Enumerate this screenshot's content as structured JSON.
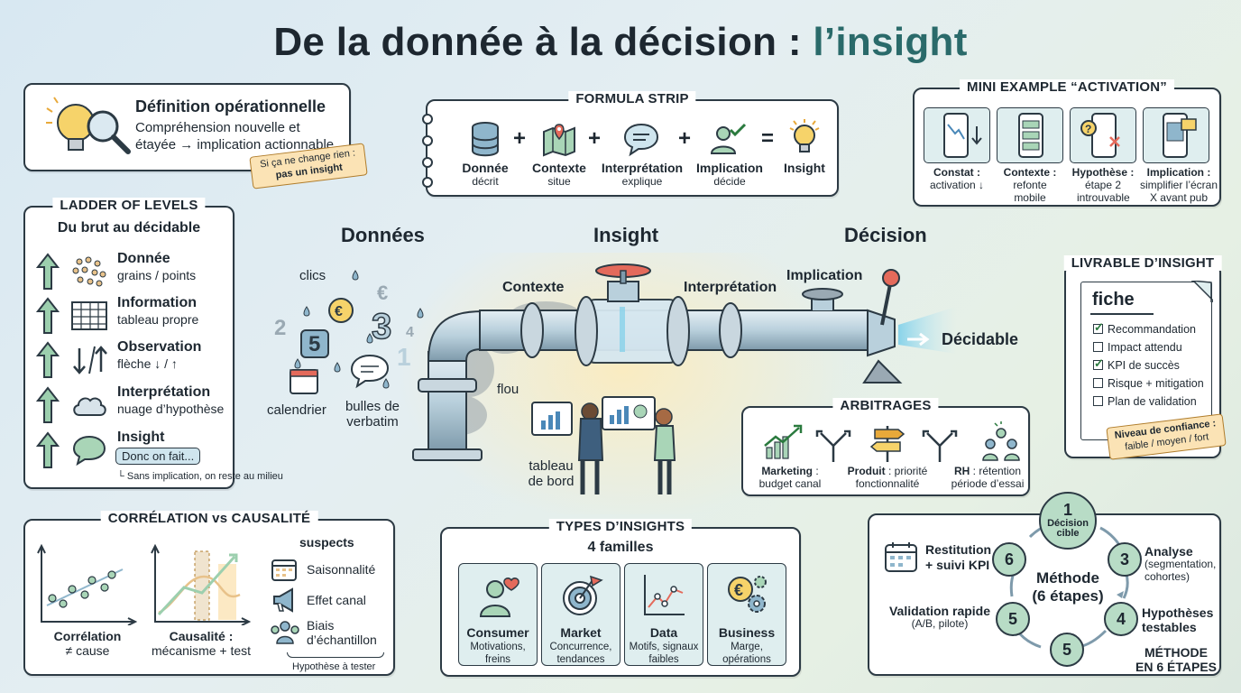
{
  "title": {
    "main": "De la donnée à la décision :",
    "accent": "l’insight"
  },
  "definition": {
    "title": "Définition opérationnelle",
    "line1": "Compréhension nouvelle et",
    "line2": "étayée → implication actionnable",
    "note_line1": "Si ça ne change rien :",
    "note_line2": "pas un insight"
  },
  "formula": {
    "title": "FORMULA STRIP",
    "items": [
      {
        "label": "Donnée",
        "sub": "décrit",
        "icon": "database-icon"
      },
      {
        "label": "Contexte",
        "sub": "situe",
        "icon": "map-icon"
      },
      {
        "label": "Interprétation",
        "sub": "explique",
        "icon": "speech-bubble-icon"
      },
      {
        "label": "Implication",
        "sub": "décide",
        "icon": "person-check-icon"
      },
      {
        "label": "Insight",
        "sub": "",
        "icon": "lightbulb-icon"
      }
    ],
    "plus": "+",
    "equals": "="
  },
  "mini_example": {
    "title": "MINI EXAMPLE “ACTIVATION”",
    "items": [
      {
        "label": "Constat :",
        "sub": "activation ↓"
      },
      {
        "label": "Contexte :",
        "sub": "refonte mobile"
      },
      {
        "label": "Hypothèse :",
        "sub": "étape 2 introuvable"
      },
      {
        "label": "Implication :",
        "sub": "simplifier l’écran X avant pub"
      }
    ]
  },
  "ladder": {
    "title": "LADDER OF LEVELS",
    "subtitle": "Du brut au décidable",
    "levels": [
      {
        "label": "Donnée",
        "sub": "grains / points",
        "icon": "dots-icon"
      },
      {
        "label": "Information",
        "sub": "tableau propre",
        "icon": "table-icon"
      },
      {
        "label": "Observation",
        "sub": "flèche ↓ / ↑",
        "icon": "updown-arrows-icon"
      },
      {
        "label": "Interprétation",
        "sub": "nuage d’hypothèse",
        "icon": "cloud-icon"
      },
      {
        "label": "Insight",
        "sub": "Donc on fait...",
        "icon": "chat-bubble-icon"
      }
    ],
    "footnote": "Sans implication, on reste au milieu"
  },
  "pipeline": {
    "headers": [
      "Données",
      "Insight",
      "Décision"
    ],
    "labels": {
      "contexte": "Contexte",
      "interpretation": "Interprétation",
      "implication": "Implication",
      "decidable": "Décidable",
      "flou": "flou",
      "tableau": "tableau de bord",
      "clics": "clics",
      "calendrier": "calendrier",
      "bulles": "bulles de verbatim"
    },
    "floating_numbers": [
      "2",
      "5",
      "3",
      "4",
      "1",
      "€",
      "€"
    ]
  },
  "livrable": {
    "title": "LIVRABLE D’INSIGHT",
    "doc_title": "fiche",
    "items": [
      {
        "label": "Recommandation",
        "checked": true
      },
      {
        "label": "Impact attendu",
        "checked": false
      },
      {
        "label": "KPI de succès",
        "checked": true
      },
      {
        "label": "Risque + mitigation",
        "checked": false
      },
      {
        "label": "Plan de validation",
        "checked": false
      }
    ],
    "note_line1": "Niveau de confiance :",
    "note_line2": "faible / moyen / fort"
  },
  "arbitrages": {
    "title": "ARBITRAGES",
    "items": [
      {
        "label": "Marketing",
        "sub": ": budget canal"
      },
      {
        "label": "Produit",
        "sub": ": priorité fonctionnalité"
      },
      {
        "label": "RH",
        "sub": ": rétention période d’essai"
      }
    ]
  },
  "correlation": {
    "title": "CORRÉLATION vs CAUSALITÉ",
    "corr_label": "Corrélation",
    "corr_sub": "≠ cause",
    "caus_label": "Causalité :",
    "caus_sub": "mécanisme + test",
    "suspects_title": "suspects",
    "suspects": [
      "Saisonnalité",
      "Effet canal",
      "Biais d’échantillon"
    ],
    "footnote": "Hypothèse à tester"
  },
  "types": {
    "title": "TYPES D’INSIGHTS",
    "subtitle": "4 familles",
    "families": [
      {
        "label": "Consumer",
        "sub": "Motivations, freins",
        "icon": "consumer-heart-icon"
      },
      {
        "label": "Market",
        "sub": "Concurrence, tendances",
        "icon": "target-flag-icon"
      },
      {
        "label": "Data",
        "sub": "Motifs, signaux faibles",
        "icon": "line-chart-icon"
      },
      {
        "label": "Business",
        "sub": "Marge, opérations",
        "icon": "euro-gears-icon"
      }
    ]
  },
  "methode": {
    "center_line1": "Méthode",
    "center_line2": "(6 étapes)",
    "steps": [
      {
        "num": "1",
        "label": "Décision cible"
      },
      {
        "num": "3",
        "label": "Analyse",
        "sub": "(segmentation, cohortes)"
      },
      {
        "num": "4",
        "label": "Hypothèses testables"
      },
      {
        "num": "5",
        "label": ""
      },
      {
        "num": "5",
        "label": "Validation rapide",
        "sub": "(A/B, pilote)"
      },
      {
        "num": "6",
        "label": "Restitution + suivi KPI"
      }
    ],
    "corner_line1": "MÉTHODE",
    "corner_line2": "EN 6 ÉTAPES"
  },
  "colors": {
    "accent_teal": "#2a6a6a",
    "step_green": "#b8dcc6",
    "arrow_green": "#9ccfae",
    "pipe_blue": "#b9d0dc",
    "note_yellow": "#fbe3b5"
  }
}
